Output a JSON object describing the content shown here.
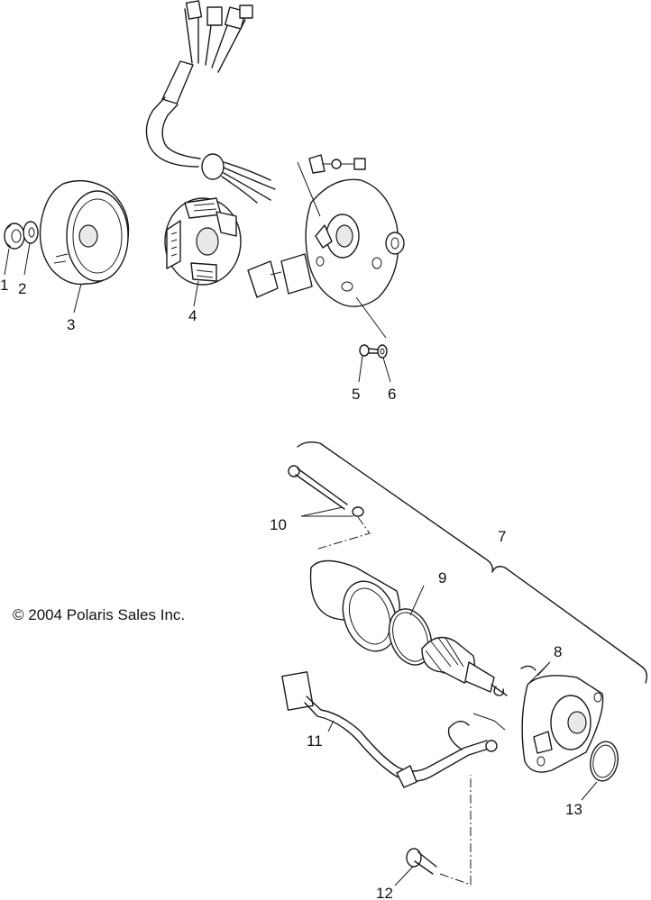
{
  "copyright": "© 2004 Polaris Sales Inc.",
  "callouts": [
    "1",
    "2",
    "3",
    "4",
    "5",
    "6",
    "7",
    "8",
    "9",
    "10",
    "11",
    "12",
    "13"
  ]
}
